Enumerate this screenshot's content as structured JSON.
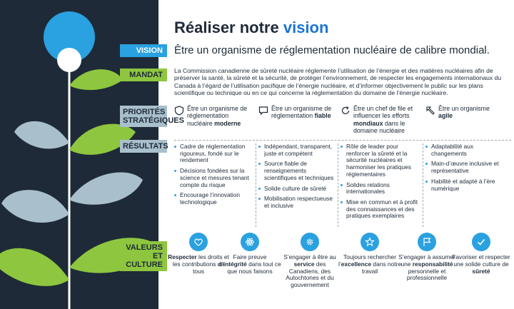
{
  "title": {
    "main": "Réaliser notre ",
    "accent": "vision"
  },
  "vision": {
    "label": "VISION",
    "text": "Être un organisme de réglementation nucléaire de calibre mondial."
  },
  "mandate": {
    "label": "MANDAT",
    "text": "La Commission canadienne de sûreté nucléaire réglemente l’utilisation de l’énergie et des matières nucléaires afin de préserver la santé, la sûreté et la sécurité, de protéger l’environnement, de respecter les engagements internationaux du Canada à l’égard de l’utilisation pacifique de l’énergie nucléaire, et d’informer objectivement le public sur les plans scientifique ou technique ou en ce qui concerne la réglementation du domaine de l’énergie nucléaire."
  },
  "priorities": {
    "label_line1": "PRIORITÉS",
    "label_line2": "STRATÉGIQUES",
    "items": [
      {
        "icon": "shield-icon",
        "pre": "Être un organisme de réglementation nucléaire ",
        "bold": "moderne",
        "post": ""
      },
      {
        "icon": "speech-bubble-icon",
        "pre": "Être un organisme de réglementation ",
        "bold": "fiable",
        "post": ""
      },
      {
        "icon": "refresh-arrow-icon",
        "pre": "Être un chef de file et influencer les efforts ",
        "bold": "mondiaux",
        "post": " dans le domaine nucléaire"
      },
      {
        "icon": "agile-arrow-icon",
        "pre": "Être un organisme ",
        "bold": "agile",
        "post": ""
      }
    ]
  },
  "results": {
    "label": "RÉSULTATS",
    "columns": [
      [
        "Cadre de réglementation rigoureux, fondé sur le rendement",
        "Décisions fondées sur la science et mesures tenant compte du risque",
        "Encourage l’innovation technologique"
      ],
      [
        "Indépendant, transparent, juste et compétent",
        "Source fiable de renseignements scientifiques et techniques",
        "Solide culture de sûreté",
        "Mobilisation respectueuse et inclusive"
      ],
      [
        "Rôle de leader pour renforcer la sûreté et la sécurité nucléaires et harmoniser les pratiques réglementaires",
        "Solides relations internationales",
        "Mise en commun et à profit des connaissances et des pratiques exemplaires"
      ],
      [
        "Adaptabilité aux changements",
        "Main-d’œuvre inclusive et représentative",
        "Habilité et adapté à l’ère numérique"
      ]
    ]
  },
  "values": {
    "label_line1": "VALEURS ET",
    "label_line2": "CULTURE",
    "items": [
      {
        "icon": "heart-icon",
        "pre": "",
        "bold": "Respecter",
        "post": " les droits et les contributions de tous"
      },
      {
        "icon": "atom-icon",
        "pre": "Faire preuve d’",
        "bold": "intégrité",
        "post": " dans tout ce que nous faisons"
      },
      {
        "icon": "gear-icon",
        "pre": "S’engager à être au ",
        "bold": "service",
        "post": " des Canadiens, des Autochtones et du gouvernement"
      },
      {
        "icon": "star-icon",
        "pre": "Toujours rechercher l’",
        "bold": "excellence",
        "post": " dans notre travail"
      },
      {
        "icon": "flag-icon",
        "pre": "S’engager à assumer une ",
        "bold": "responsabilité",
        "post": " personnelle et professionnelle"
      },
      {
        "icon": "check-icon",
        "pre": "Favoriser et respecter une solide culture de ",
        "bold": "sûreté",
        "post": ""
      }
    ]
  },
  "colors": {
    "navy": "#1e2a38",
    "blue": "#2aa1e0",
    "green": "#8ec63f",
    "gray": "#a9c0cc",
    "accent": "#1a73d6"
  }
}
